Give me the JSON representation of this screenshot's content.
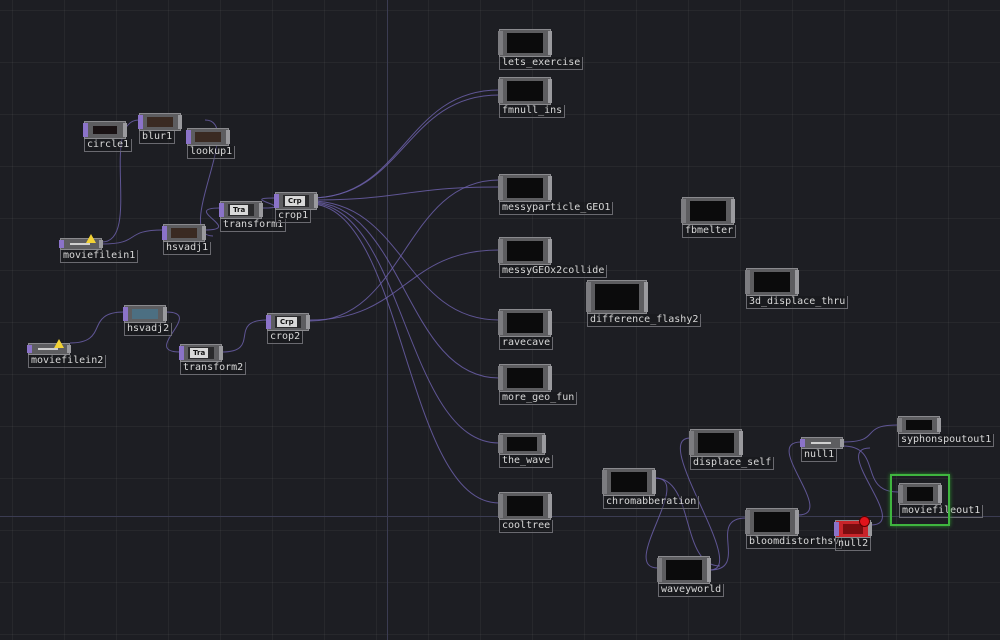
{
  "accent_colors": {
    "wire": "#6b5fa8",
    "selection": "#3fb53f",
    "warning": "#f2d234",
    "error": "#e0141c"
  },
  "nodes": [
    {
      "id": "circle1",
      "label": "circle1"
    },
    {
      "id": "blur1",
      "label": "blur1"
    },
    {
      "id": "lookup1",
      "label": "lookup1"
    },
    {
      "id": "moviefilein1",
      "label": "moviefilein1",
      "warning": true
    },
    {
      "id": "hsvadj1",
      "label": "hsvadj1"
    },
    {
      "id": "transform1",
      "label": "transform1",
      "tag": "Tra"
    },
    {
      "id": "crop1",
      "label": "crop1",
      "tag": "Crp"
    },
    {
      "id": "moviefilein2",
      "label": "moviefilein2",
      "warning": true
    },
    {
      "id": "hsvadj2",
      "label": "hsvadj2"
    },
    {
      "id": "transform2",
      "label": "transform2",
      "tag": "Tra"
    },
    {
      "id": "crop2",
      "label": "crop2",
      "tag": "Crp"
    },
    {
      "id": "lets_exercise",
      "label": "lets_exercise"
    },
    {
      "id": "fmnull_ins",
      "label": "fmnull_ins"
    },
    {
      "id": "messyparticle_GEO1",
      "label": "messyparticle_GEO1"
    },
    {
      "id": "messyGEOx2collide",
      "label": "messyGEOx2collide"
    },
    {
      "id": "difference_flashy2",
      "label": "difference_flashy2"
    },
    {
      "id": "ravecave",
      "label": "ravecave"
    },
    {
      "id": "more_geo_fun",
      "label": "more_geo_fun"
    },
    {
      "id": "the_wave",
      "label": "the_wave"
    },
    {
      "id": "cooltree",
      "label": "cooltree"
    },
    {
      "id": "fbmelter",
      "label": "fbmelter"
    },
    {
      "id": "3d_displace_thru",
      "label": "3d_displace_thru"
    },
    {
      "id": "displace_self",
      "label": "displace_self"
    },
    {
      "id": "chromabberation",
      "label": "chromabberation"
    },
    {
      "id": "waveyworld",
      "label": "waveyworld"
    },
    {
      "id": "bloomdistorthsv",
      "label": "bloomdistorthsv"
    },
    {
      "id": "null2",
      "label": "null2",
      "error": true
    },
    {
      "id": "null1",
      "label": "null1"
    },
    {
      "id": "syphonspoutout1",
      "label": "syphonspoutout1"
    },
    {
      "id": "moviefileout1",
      "label": "moviefileout1",
      "selected": true
    }
  ]
}
